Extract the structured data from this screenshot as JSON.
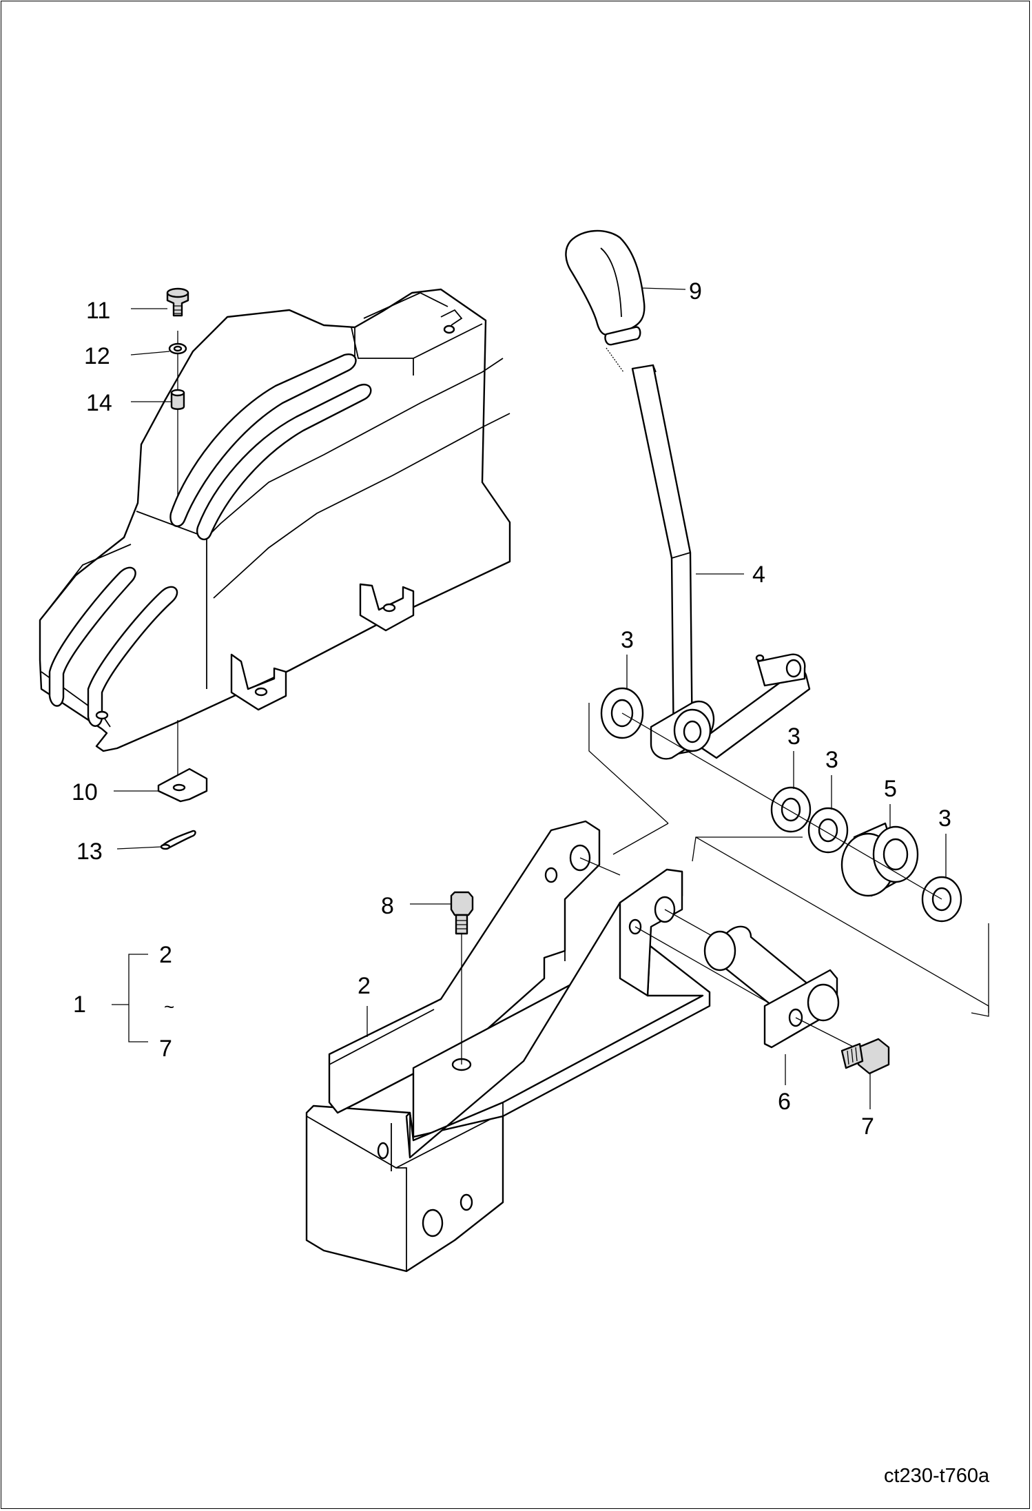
{
  "diagram": {
    "drawing_code": "ct230-t760a",
    "callouts": {
      "c11": "11",
      "c12": "12",
      "c14": "14",
      "c10": "10",
      "c13": "13",
      "c9": "9",
      "c4": "4",
      "c3a": "3",
      "c3b": "3",
      "c3c": "3",
      "c3d": "3",
      "c5": "5",
      "c8": "8",
      "c2": "2",
      "c6": "6",
      "c7": "7"
    },
    "assembly_group": {
      "parent": "1",
      "from": "2",
      "range_mark": "~",
      "to": "7"
    }
  }
}
